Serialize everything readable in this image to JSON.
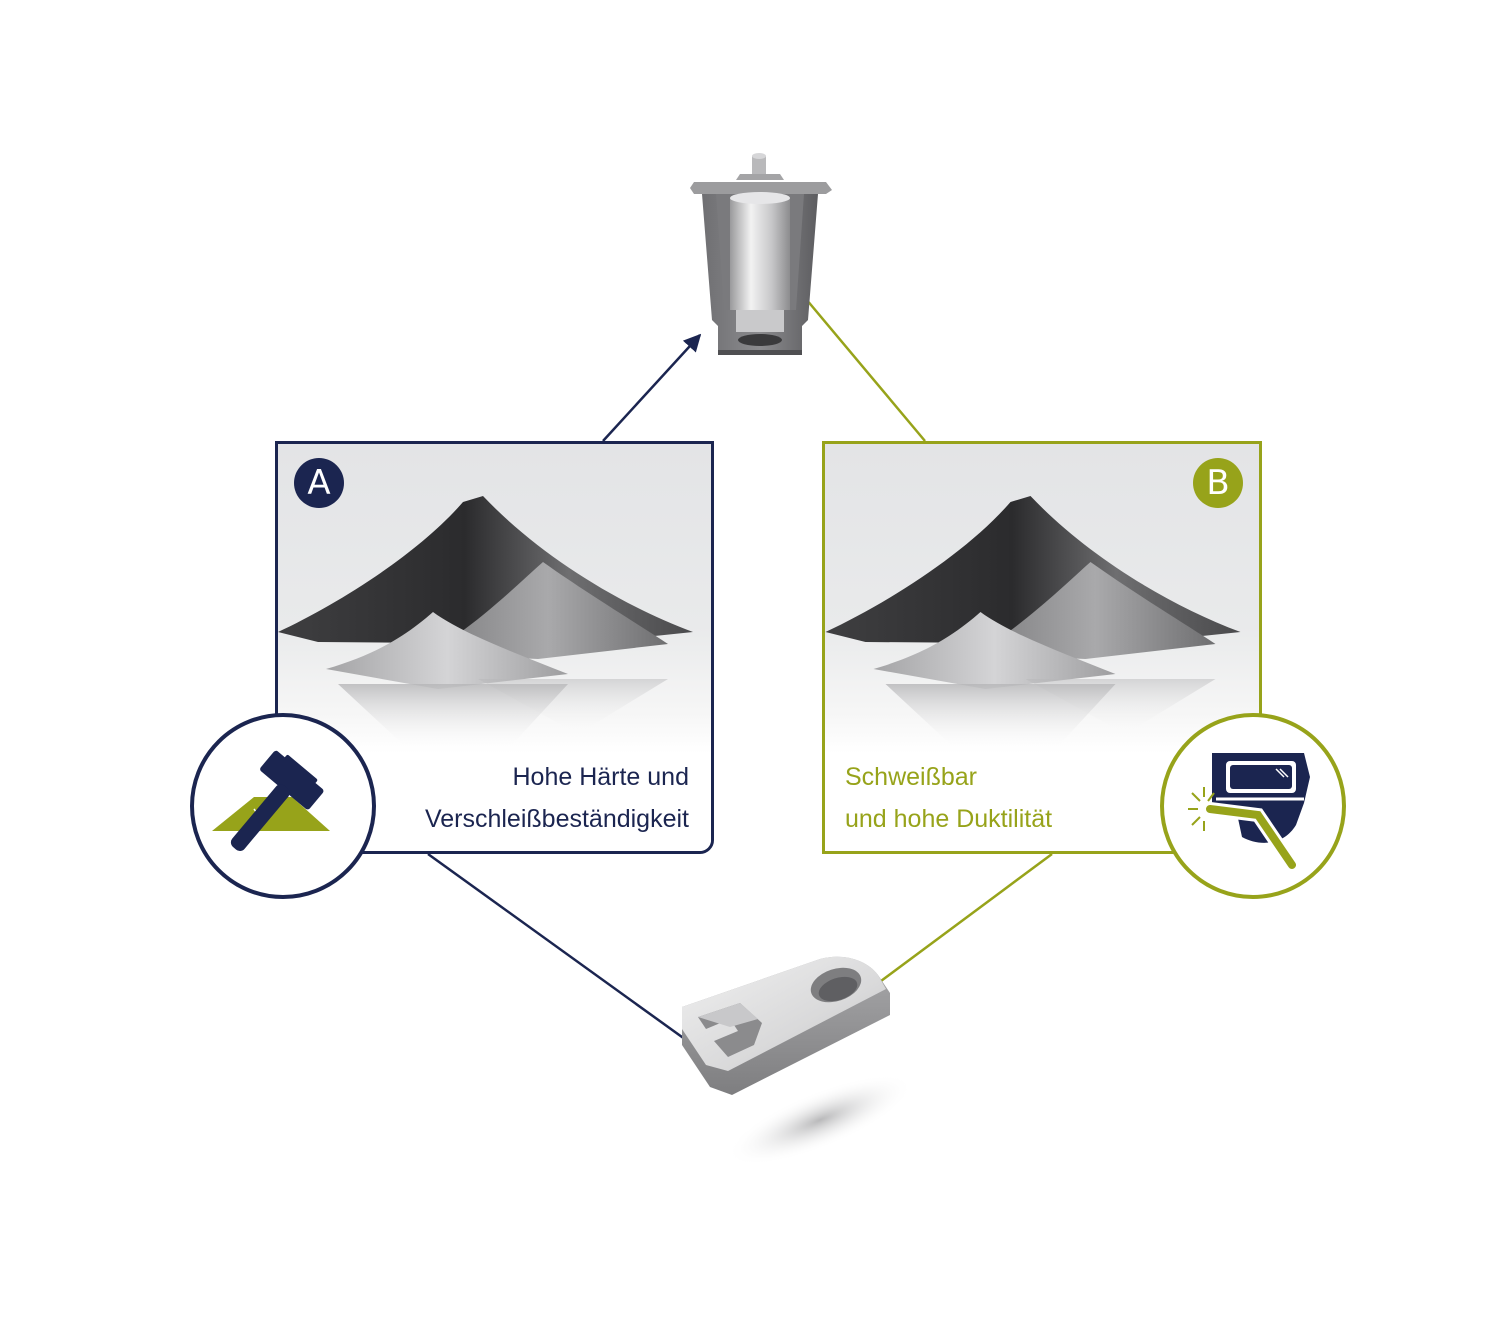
{
  "colors": {
    "path_a": "#1b2550",
    "path_b": "#97a31a",
    "metal_light": "#e2e2e2",
    "metal_dark": "#7e7e80"
  },
  "diagram": {
    "top_part": {
      "icon": "bushing-part-icon"
    },
    "bottom_part": {
      "icon": "bracket-part-icon"
    },
    "panel_a": {
      "badge": "A",
      "line1": "Hohe Härte und",
      "line2": "Verschleißbeständigkeit",
      "icon": "hammer-icon"
    },
    "panel_b": {
      "badge": "B",
      "line1": "Schweißbar",
      "line2": "und hohe Duktilität",
      "icon": "welding-helmet-icon"
    }
  }
}
